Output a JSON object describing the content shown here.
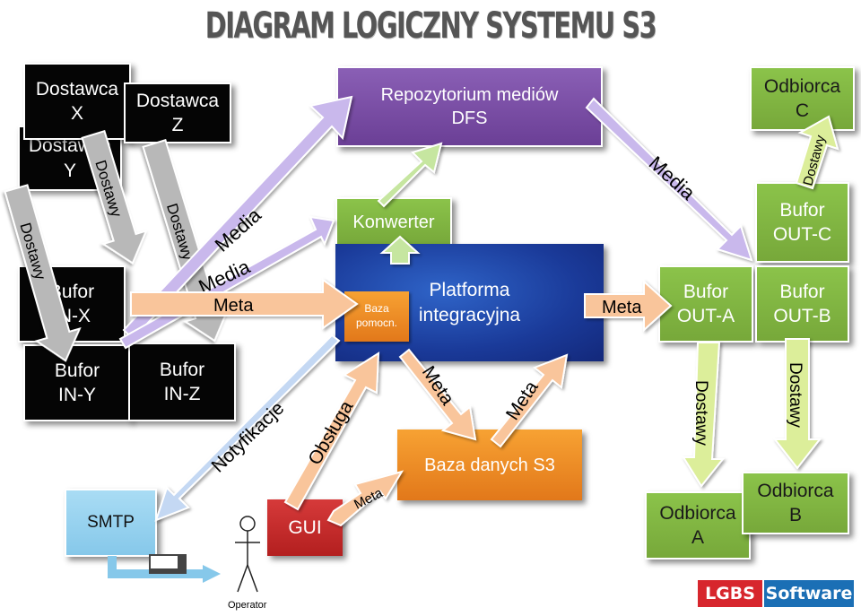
{
  "title": "DIAGRAM LOGICZNY SYSTEMU S3",
  "nodes": {
    "dostawca_x": "Dostawca\nX",
    "dostawca_y": "Dostawca\nY",
    "dostawca_z": "Dostawca\nZ",
    "bufor_in_x": "Bufor\nIN-X",
    "bufor_in_y": "Bufor\nIN-Y",
    "bufor_in_z": "Bufor\nIN-Z",
    "repozytorium": "Repozytorium mediów\nDFS",
    "konwerter": "Konwerter",
    "platforma": "Platforma\nintegracyjna",
    "baza_pomocn": "Baza\npomocn.",
    "baza_danych": "Baza danych S3",
    "gui": "GUI",
    "smtp": "SMTP",
    "operator": "Operator",
    "odbiorca_c": "Odbiorca\nC",
    "bufor_out_c": "Bufor\nOUT-C",
    "bufor_out_a": "Bufor\nOUT-A",
    "bufor_out_b": "Bufor\nOUT-B",
    "odbiorca_a": "Odbiorca\nA",
    "odbiorca_b": "Odbiorca\nB"
  },
  "arrow_labels": {
    "dostawy_y": "Dostawy",
    "dostawy_x": "Dostawy",
    "dostawy_z": "Dostawy",
    "media_1": "Media",
    "media_2": "Media",
    "meta_in": "Meta",
    "media_out": "Media",
    "meta_out": "Meta",
    "dostawy_c": "Dostawy",
    "dostawy_a": "Dostawy",
    "dostawy_b": "Dostawy",
    "notyfikacje": "Notyfikacje",
    "obsluga": "Obsługa",
    "meta_gui": "Meta",
    "meta_down": "Meta",
    "meta_up": "Meta"
  },
  "logo": {
    "left": "LGBS",
    "right": "Software"
  },
  "colors": {
    "supplier_box": "#050505",
    "green_box": "#7cb342",
    "purple_box": "#7b4fa8",
    "orange_box": "#f08c25",
    "platform_box": "#1f44a8",
    "gui_box": "#c62828",
    "smtp_box": "#9fd6f0",
    "logo_red": "#d7262d",
    "logo_blue": "#1b6fb5"
  }
}
